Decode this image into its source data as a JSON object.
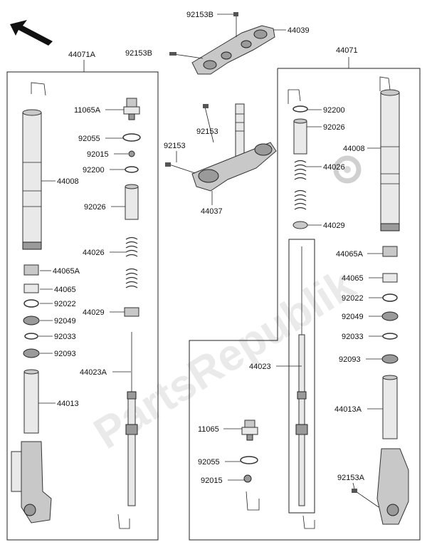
{
  "watermark": "PartsRepublik",
  "groups": {
    "left": "44071A",
    "right": "44071"
  },
  "labels": {
    "l_11065A": "11065A",
    "l_92055": "92055",
    "l_92015": "92015",
    "l_92200": "92200",
    "l_44008": "44008",
    "l_92026": "92026",
    "l_44026": "44026",
    "l_44065A": "44065A",
    "l_44065": "44065",
    "l_92022": "92022",
    "l_92049": "92049",
    "l_92033": "92033",
    "l_92093": "92093",
    "l_44029": "44029",
    "l_44023A": "44023A",
    "l_44013": "44013",
    "t_92153B_a": "92153B",
    "t_44039": "44039",
    "t_92153B_b": "92153B",
    "t_92153_a": "92153",
    "t_92153_b": "92153",
    "t_44037": "44037",
    "r_92200": "92200",
    "r_92026": "92026",
    "r_44008": "44008",
    "r_44026": "44026",
    "r_44029": "44029",
    "r_44065A": "44065A",
    "r_44065": "44065",
    "r_92022": "92022",
    "r_92049": "92049",
    "r_92033": "92033",
    "r_92093": "92093",
    "r_44023": "44023",
    "r_44013A": "44013A",
    "r_11065": "11065",
    "r_92055": "92055",
    "r_92015": "92015",
    "r_92153A": "92153A"
  },
  "icons": {
    "direction_arrow": "arrow-up-left-icon",
    "watermark_gear": "gear-icon"
  }
}
